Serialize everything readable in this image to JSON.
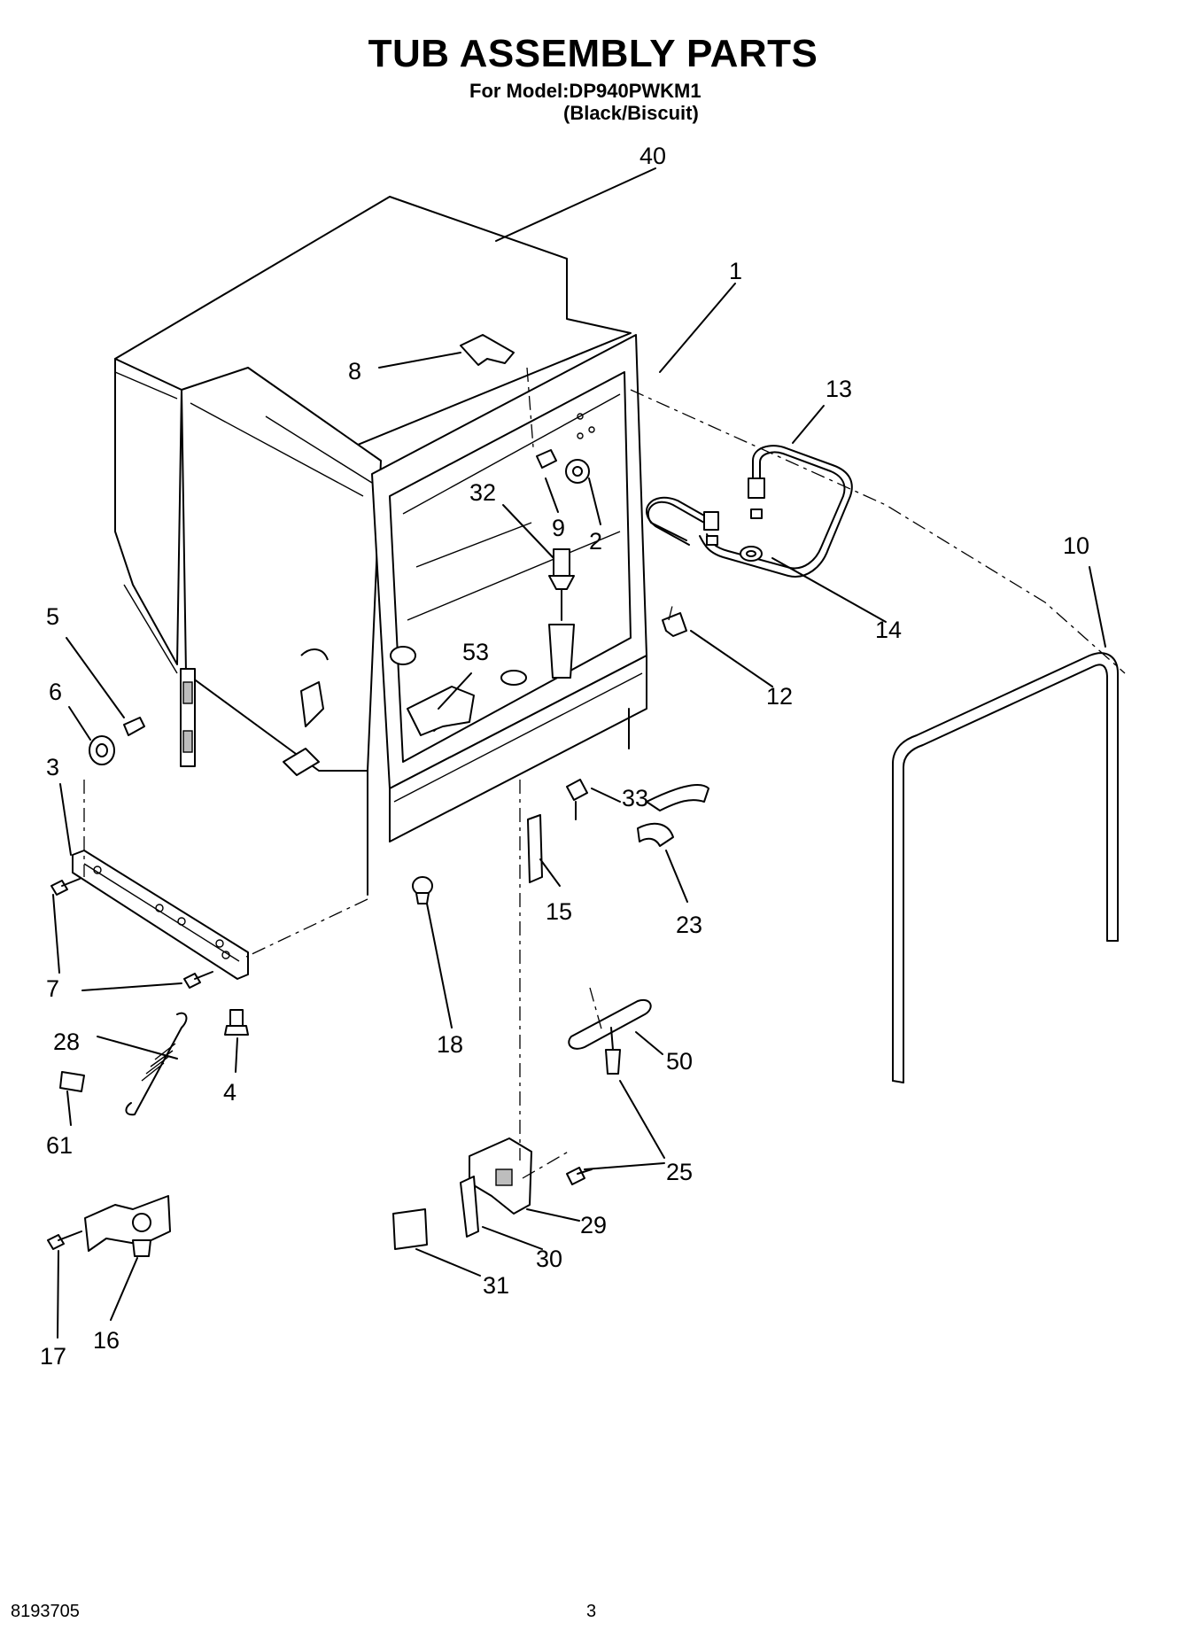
{
  "header": {
    "title": "TUB ASSEMBLY PARTS",
    "model_line": "For Model:DP940PWKM1",
    "variant": "(Black/Biscuit)"
  },
  "footer": {
    "doc_number": "8193705",
    "page_number": "3"
  },
  "callouts": [
    {
      "id": "40",
      "label": "40"
    },
    {
      "id": "1",
      "label": "1"
    },
    {
      "id": "8",
      "label": "8"
    },
    {
      "id": "13",
      "label": "13"
    },
    {
      "id": "32",
      "label": "32"
    },
    {
      "id": "9",
      "label": "9"
    },
    {
      "id": "2",
      "label": "2"
    },
    {
      "id": "10",
      "label": "10"
    },
    {
      "id": "14",
      "label": "14"
    },
    {
      "id": "5",
      "label": "5"
    },
    {
      "id": "53",
      "label": "53"
    },
    {
      "id": "12",
      "label": "12"
    },
    {
      "id": "6",
      "label": "6"
    },
    {
      "id": "3",
      "label": "3"
    },
    {
      "id": "33",
      "label": "33"
    },
    {
      "id": "15",
      "label": "15"
    },
    {
      "id": "23",
      "label": "23"
    },
    {
      "id": "7a",
      "label": "7"
    },
    {
      "id": "7b",
      "label": "7"
    },
    {
      "id": "18",
      "label": "18"
    },
    {
      "id": "28",
      "label": "28"
    },
    {
      "id": "4",
      "label": "4"
    },
    {
      "id": "50",
      "label": "50"
    },
    {
      "id": "61",
      "label": "61"
    },
    {
      "id": "25",
      "label": "25"
    },
    {
      "id": "29",
      "label": "29"
    },
    {
      "id": "30",
      "label": "30"
    },
    {
      "id": "31",
      "label": "31"
    },
    {
      "id": "17",
      "label": "17"
    },
    {
      "id": "16",
      "label": "16"
    }
  ]
}
